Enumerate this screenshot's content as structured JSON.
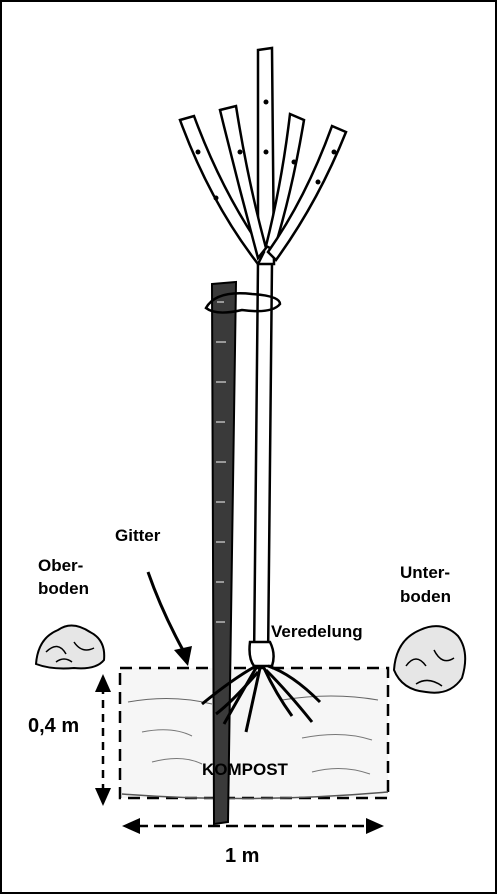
{
  "labels": {
    "gitter": "Gitter",
    "oberboden_line1": "Ober-",
    "oberboden_line2": "boden",
    "unterboden_line1": "Unter-",
    "unterboden_line2": "boden",
    "veredelung": "Veredelung",
    "kompost": "KOMPOST",
    "depth": "0,4 m",
    "width": "1 m"
  },
  "colors": {
    "ink": "#000000",
    "paper": "#ffffff",
    "shade": "#bdbdbd"
  }
}
